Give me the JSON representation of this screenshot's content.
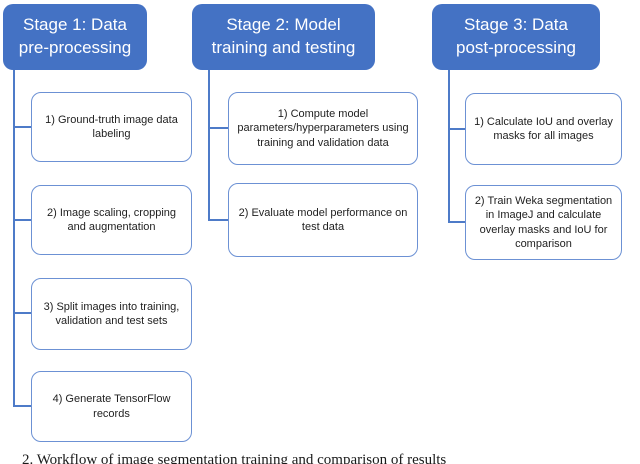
{
  "diagram": {
    "columns": [
      {
        "header": "Stage 1: Data\npre-processing",
        "steps": [
          {
            "text": "1) Ground-truth image data labeling"
          },
          {
            "text": "2) Image scaling, cropping and augmentation"
          },
          {
            "text": "3) Split images into training, validation and test sets"
          },
          {
            "text": "4) Generate TensorFlow records"
          }
        ]
      },
      {
        "header": "Stage 2: Model\ntraining and testing",
        "steps": [
          {
            "text": "1) Compute model parameters/hyperparameters  using training and validation data"
          },
          {
            "text": "2) Evaluate model performance on test data"
          }
        ]
      },
      {
        "header": "Stage 3: Data\npost-processing",
        "steps": [
          {
            "text": "1) Calculate IoU and overlay masks for all images"
          },
          {
            "text": "2) Train Weka segmentation in ImageJ and calculate overlay masks and IoU for comparison"
          }
        ]
      }
    ],
    "caption": "2.   Workflow of image segmentation training and comparison of results"
  },
  "colors": {
    "header_fill": "#4472C4",
    "box_border": "#6c91d4",
    "connector": "#4e7bc8",
    "step_text": "#1f1f1f"
  }
}
